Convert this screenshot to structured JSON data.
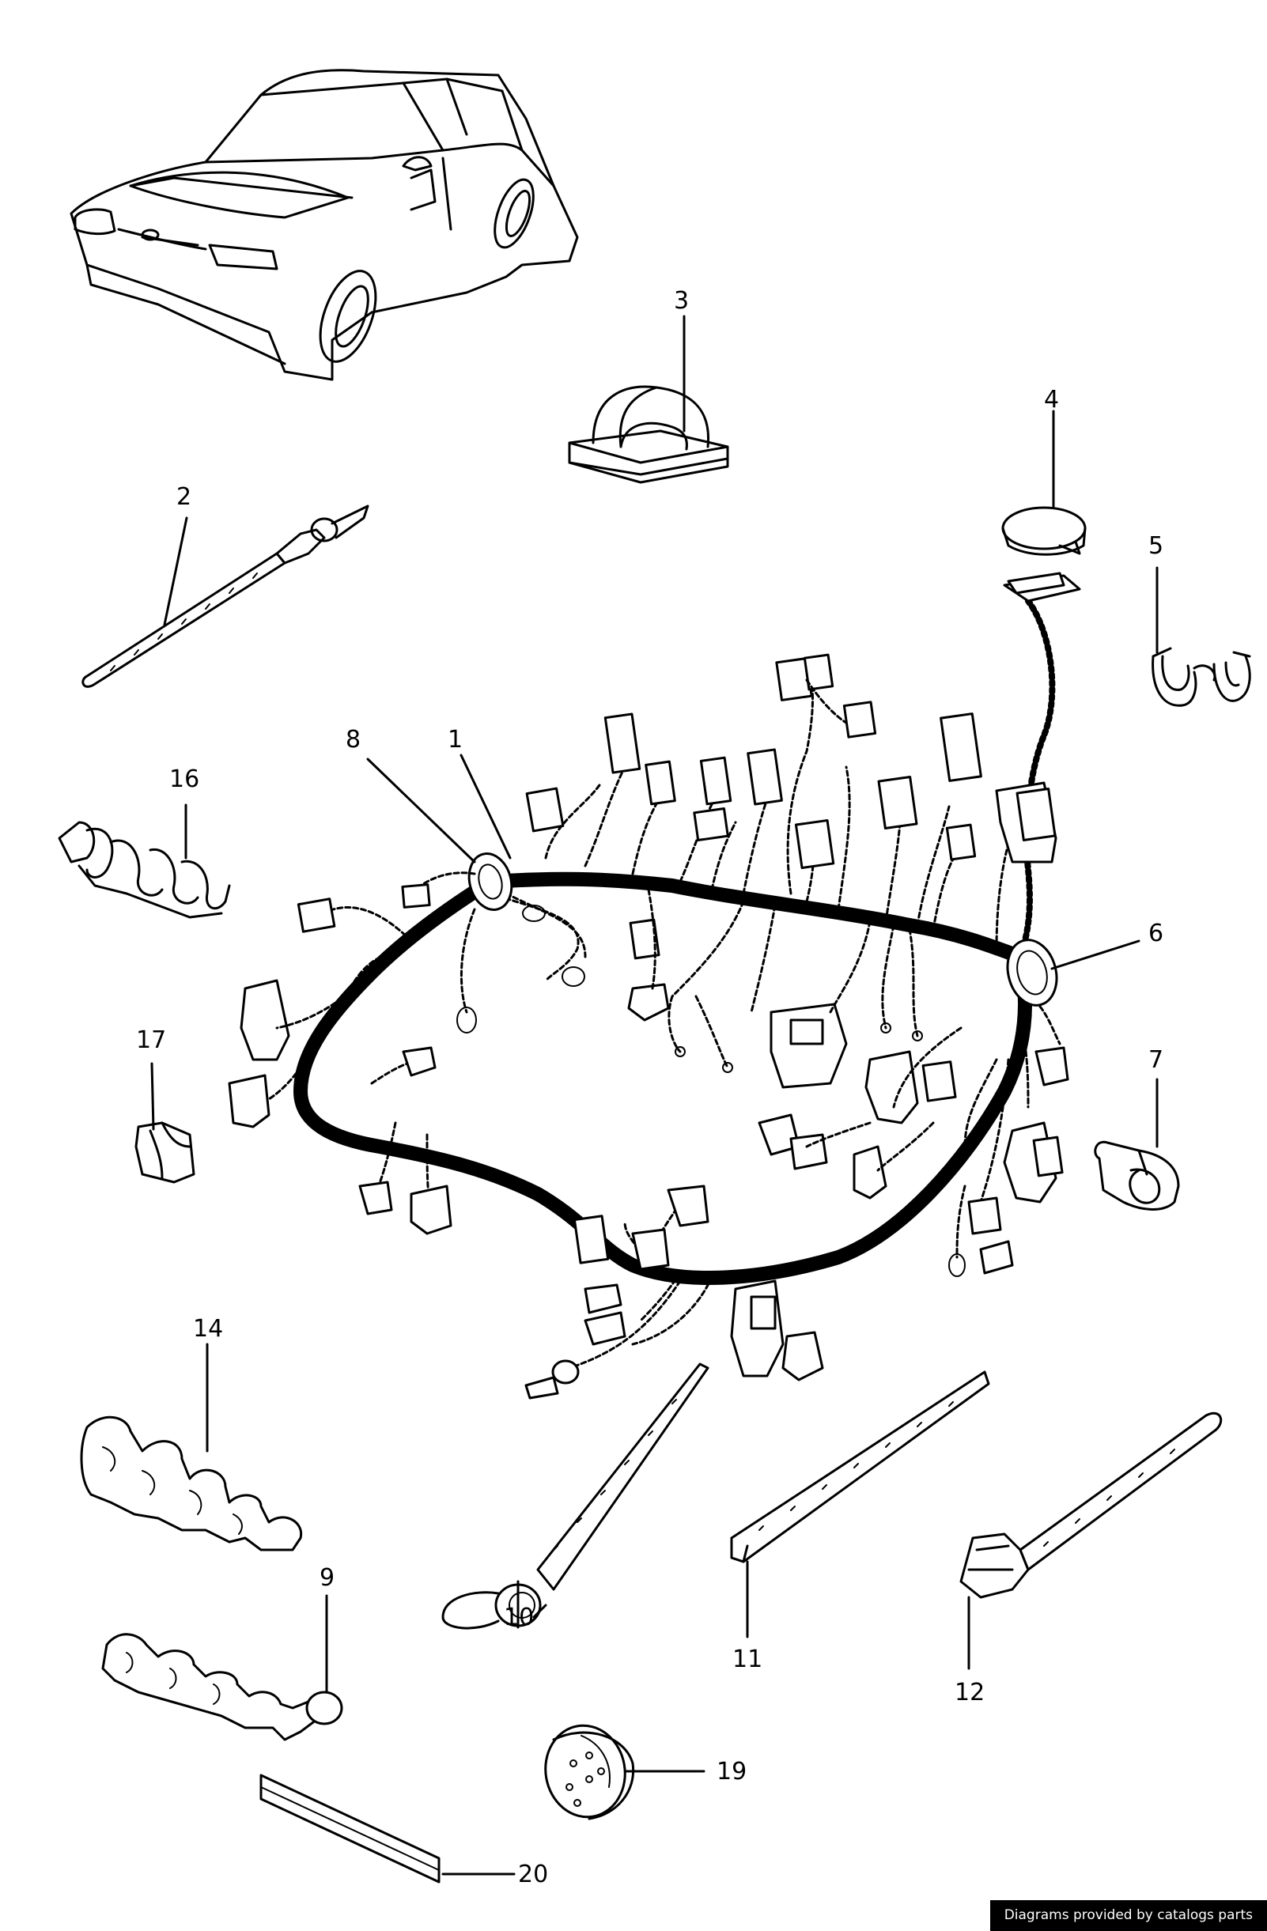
{
  "callouts": [
    {
      "id": "1",
      "text": "1"
    },
    {
      "id": "2",
      "text": "2"
    },
    {
      "id": "3",
      "text": "3"
    },
    {
      "id": "4",
      "text": "4"
    },
    {
      "id": "5",
      "text": "5"
    },
    {
      "id": "6",
      "text": "6"
    },
    {
      "id": "7",
      "text": "7"
    },
    {
      "id": "8",
      "text": "8"
    },
    {
      "id": "9",
      "text": "9"
    },
    {
      "id": "10",
      "text": "10"
    },
    {
      "id": "11",
      "text": "11"
    },
    {
      "id": "12",
      "text": "12"
    },
    {
      "id": "14",
      "text": "14"
    },
    {
      "id": "16",
      "text": "16"
    },
    {
      "id": "17",
      "text": "17"
    },
    {
      "id": "19",
      "text": "19"
    },
    {
      "id": "20",
      "text": "20"
    }
  ],
  "credit": "Diagrams provided by catalogs parts"
}
